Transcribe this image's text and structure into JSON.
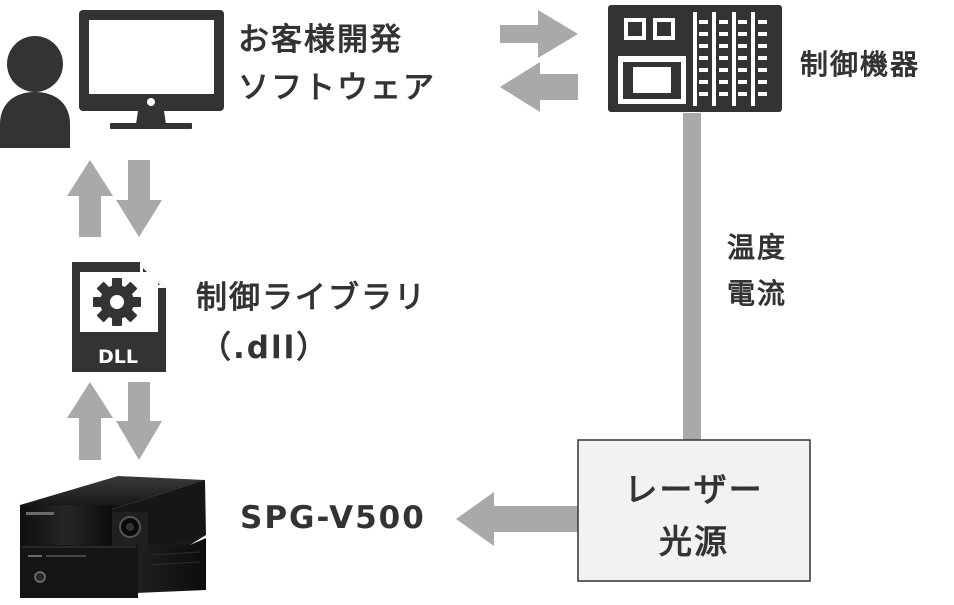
{
  "colors": {
    "arrow": "#a9a9a9",
    "icon": "#333333",
    "text": "#333333",
    "box_fill": "#f2f2f2",
    "box_border": "#333333",
    "product_body": "#1c1c1c"
  },
  "icons": {
    "user": "person-icon",
    "computer": "monitor-icon",
    "controller": "control-panel-icon",
    "library": "dll-file-gear-icon",
    "product": "spg-v500-device-image"
  },
  "labels": {
    "software_line1": "お客様開発",
    "software_line2": "ソフトウェア",
    "controller": "制御機器",
    "library_line1": "制御ライブラリ",
    "library_line2": "（.dll）",
    "signal_line1": "温度",
    "signal_line2": "電流",
    "product": "SPG-V500",
    "laser_line1": "レーザー",
    "laser_line2": "光源"
  },
  "file_icon_text": "DLL"
}
